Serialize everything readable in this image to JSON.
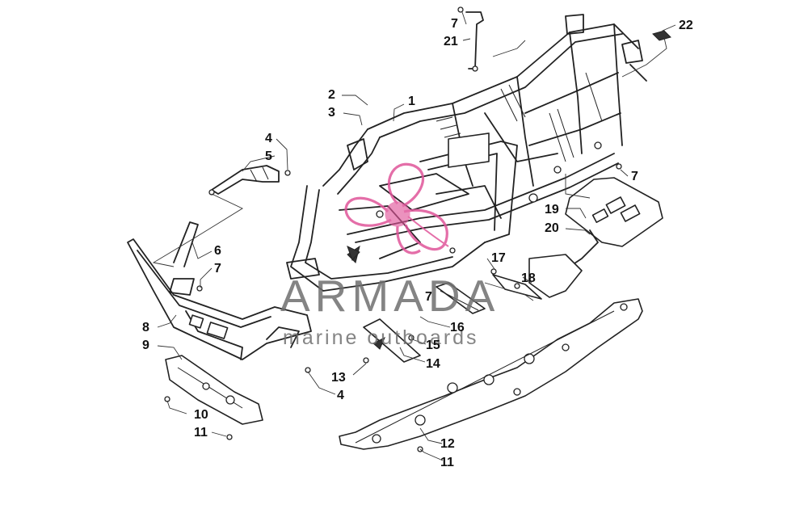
{
  "diagram": {
    "callouts": [
      {
        "id": "c1",
        "label": "1"
      },
      {
        "id": "c2",
        "label": "2"
      },
      {
        "id": "c3",
        "label": "3"
      },
      {
        "id": "c4a",
        "label": "4"
      },
      {
        "id": "c4b",
        "label": "4"
      },
      {
        "id": "c5",
        "label": "5"
      },
      {
        "id": "c6",
        "label": "6"
      },
      {
        "id": "c7a",
        "label": "7"
      },
      {
        "id": "c7b",
        "label": "7"
      },
      {
        "id": "c7c",
        "label": "7"
      },
      {
        "id": "c7d",
        "label": "7"
      },
      {
        "id": "c8",
        "label": "8"
      },
      {
        "id": "c9",
        "label": "9"
      },
      {
        "id": "c10",
        "label": "10"
      },
      {
        "id": "c11a",
        "label": "11"
      },
      {
        "id": "c11b",
        "label": "11"
      },
      {
        "id": "c12",
        "label": "12"
      },
      {
        "id": "c13",
        "label": "13"
      },
      {
        "id": "c14",
        "label": "14"
      },
      {
        "id": "c15",
        "label": "15"
      },
      {
        "id": "c16",
        "label": "16"
      },
      {
        "id": "c17",
        "label": "17"
      },
      {
        "id": "c18",
        "label": "18"
      },
      {
        "id": "c19",
        "label": "19"
      },
      {
        "id": "c20",
        "label": "20"
      },
      {
        "id": "c21",
        "label": "21"
      },
      {
        "id": "c22",
        "label": "22"
      }
    ]
  },
  "watermark": {
    "brand": "ARMADA",
    "tagline": "marine outboards",
    "logo_color": "#e0559a",
    "text_color": "#6e6e6e"
  }
}
